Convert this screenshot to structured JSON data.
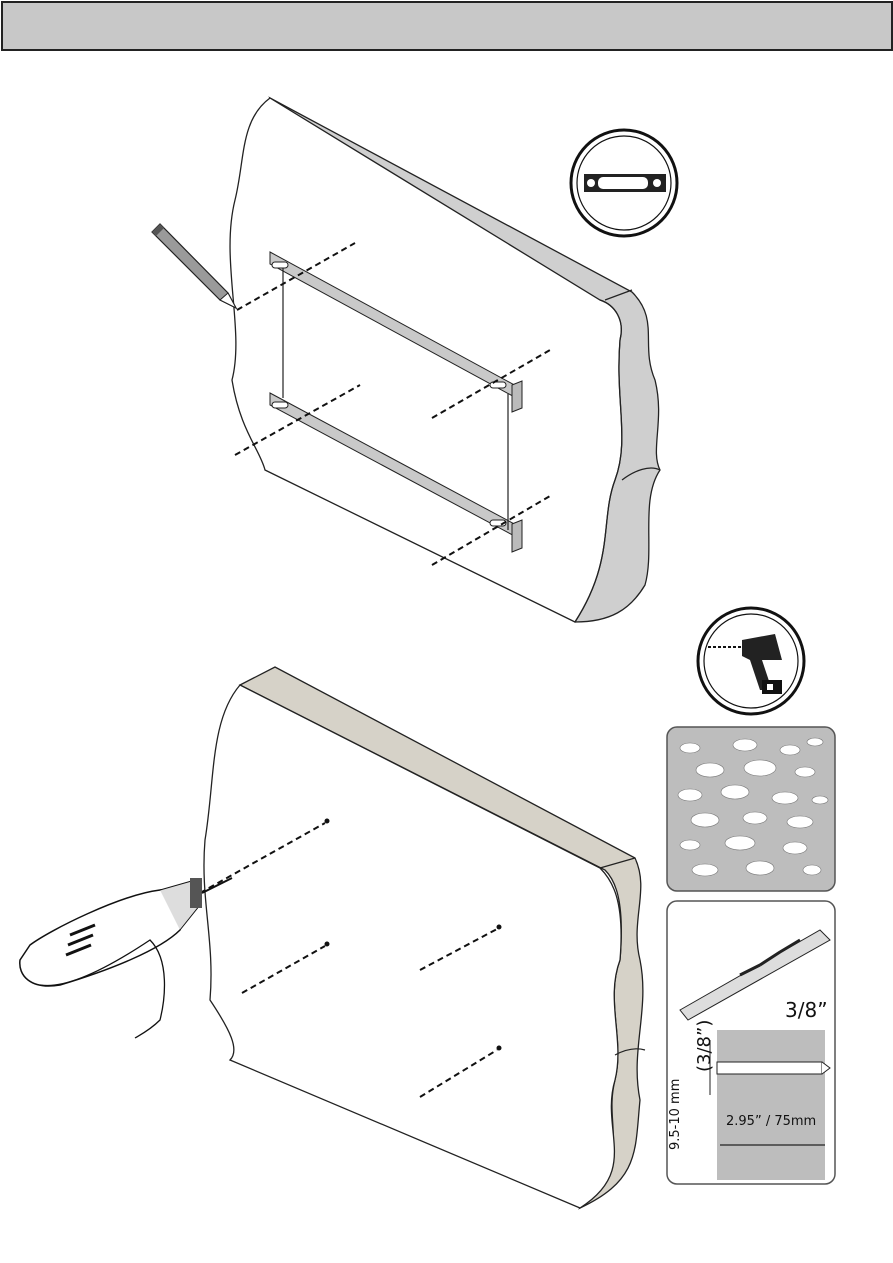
{
  "header": {
    "title": ""
  },
  "panels": {
    "level_icon": "spirit-level-icon",
    "drill_icon": "power-drill-icon",
    "material": "concrete-texture",
    "bit": {
      "size_label": "3/8”",
      "depth_label": "2.95” / 75mm",
      "fraction_label": "(3/8”)",
      "mm_label": "9.5-10 mm"
    }
  },
  "colors": {
    "wall_edge": "#cfcfcf",
    "wall_edge2": "#d6d2c8",
    "header": "#c8c8c8"
  }
}
